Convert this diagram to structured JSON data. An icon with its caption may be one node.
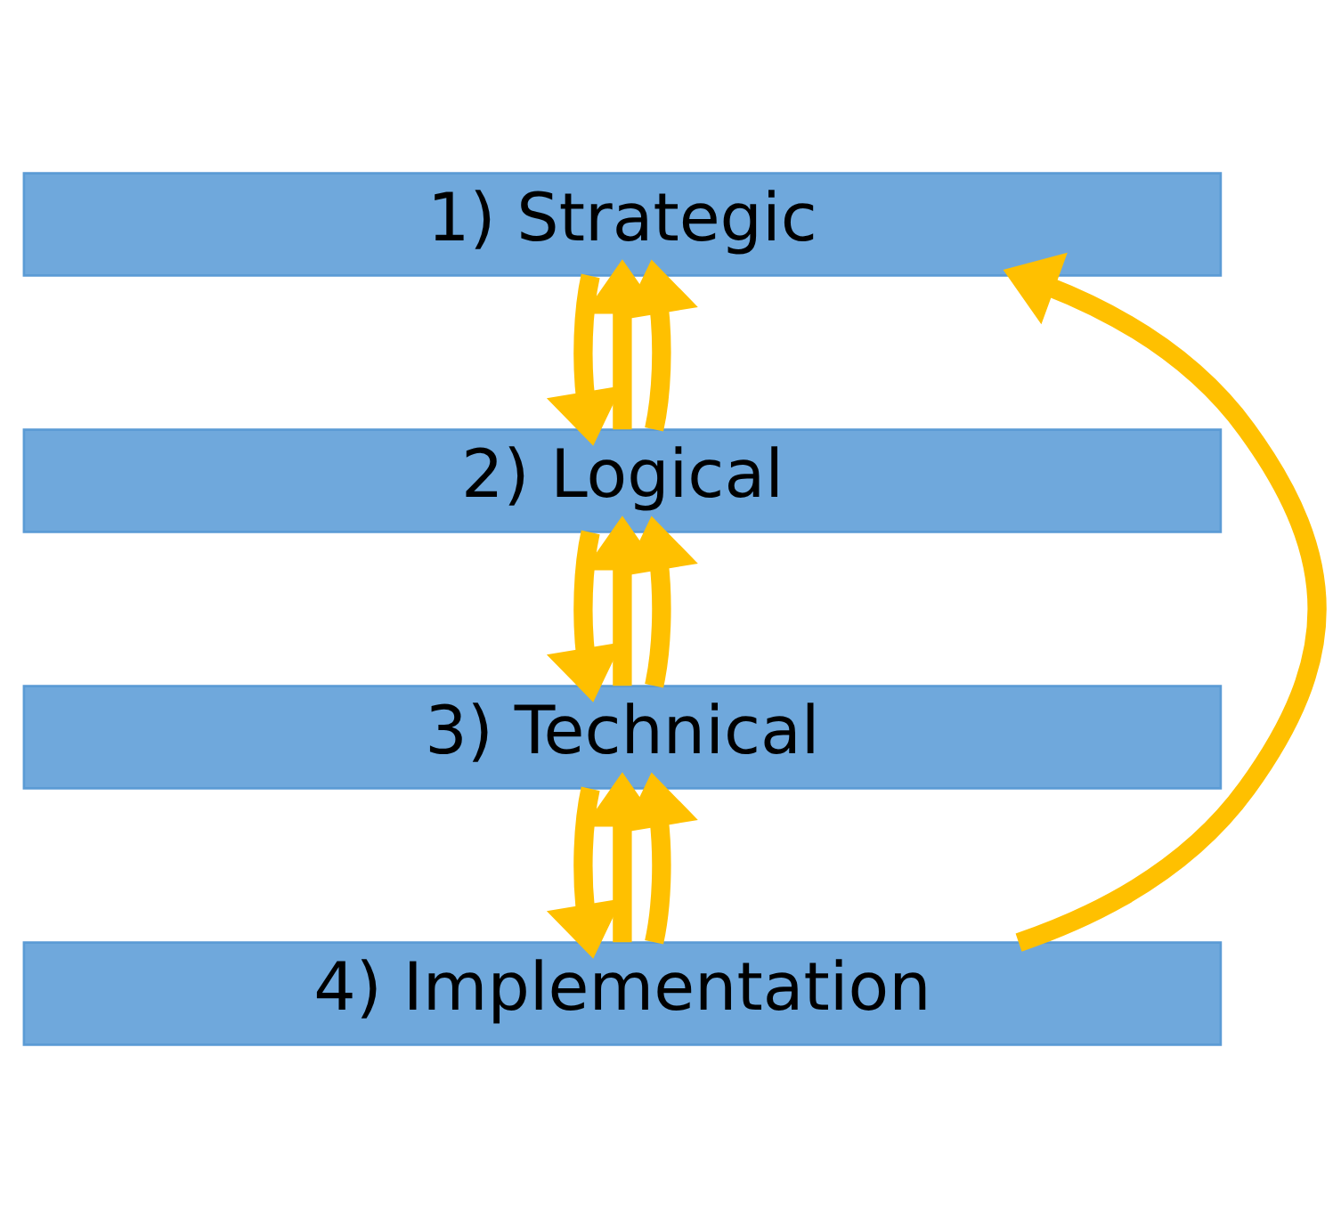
{
  "diagram": {
    "nodes": [
      {
        "text": [
          "1) Strategic"
        ]
      },
      {
        "text": [
          "2) Logical"
        ]
      },
      {
        "text": [
          "3) Technical"
        ]
      },
      {
        "text": [
          "4) Implementation"
        ]
      }
    ],
    "edges": [
      {
        "from": 0,
        "to": 1,
        "arrow": "to"
      },
      {
        "from": 1,
        "to": 0,
        "arrow": "to"
      },
      {
        "from": 1,
        "to": 2,
        "arrow": "to"
      },
      {
        "from": 2,
        "to": 1,
        "arrow": "to"
      },
      {
        "from": 2,
        "to": 3,
        "arrow": "to"
      },
      {
        "from": 3,
        "to": 2,
        "arrow": "to"
      },
      {
        "from": 1,
        "to": 0,
        "arrow": "to"
      },
      {
        "from": 2,
        "to": 1,
        "arrow": "to"
      },
      {
        "from": 3,
        "to": 2,
        "arrow": "to"
      },
      {
        "from": 3,
        "to": 0,
        "arrow": "to"
      }
    ]
  }
}
